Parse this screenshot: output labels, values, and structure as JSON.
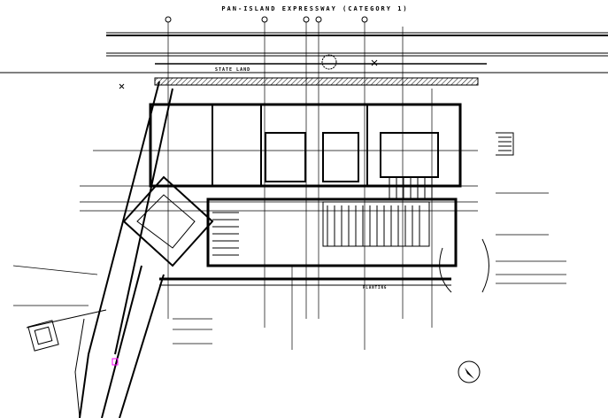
{
  "drawing": {
    "title": "PAN-ISLAND EXPRESSWAY (CATEGORY 1)",
    "labels": {
      "state_land": "STATE LAND",
      "planting": "PLANTING"
    },
    "colors": {
      "line": "#000000",
      "marker": "#ff00ff"
    },
    "north_arrow_icon": "north-arrow-icon"
  }
}
